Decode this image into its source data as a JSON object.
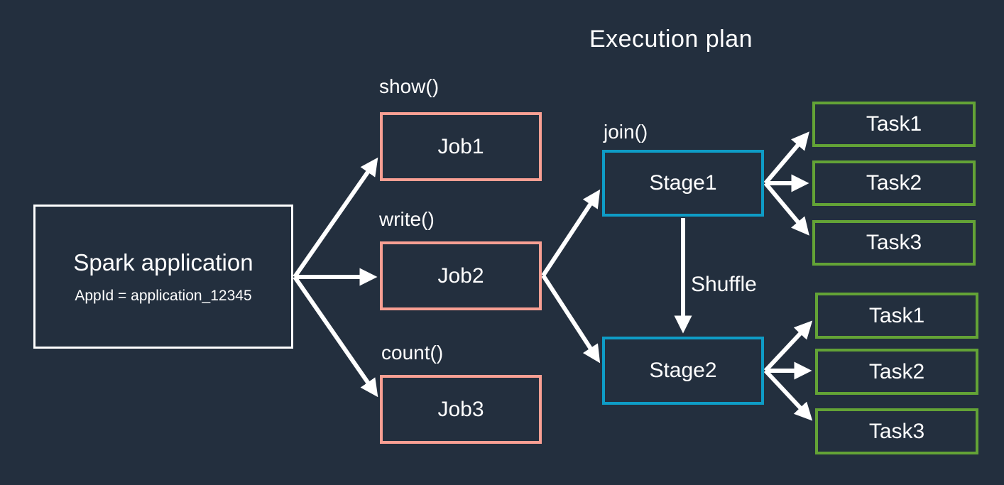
{
  "title": "Execution plan",
  "colors": {
    "background": "#232F3E",
    "text": "#FFFFFF",
    "application_border": "#FFFFFF",
    "job_border": "#F99F93",
    "stage_border": "#0E9CC6",
    "task_border": "#63A336",
    "arrow": "#FFFFFF"
  },
  "application": {
    "name": "Spark application",
    "app_id": "AppId = application_12345"
  },
  "jobs": [
    {
      "action": "show()",
      "name": "Job1"
    },
    {
      "action": "write()",
      "name": "Job2"
    },
    {
      "action": "count()",
      "name": "Job3"
    }
  ],
  "stages": [
    {
      "annotation": "join()",
      "name": "Stage1"
    },
    {
      "name": "Stage2"
    }
  ],
  "shuffle_label": "Shuffle",
  "task_groups": [
    {
      "tasks": [
        "Task1",
        "Task2",
        "Task3"
      ]
    },
    {
      "tasks": [
        "Task1",
        "Task2",
        "Task3"
      ]
    }
  ]
}
